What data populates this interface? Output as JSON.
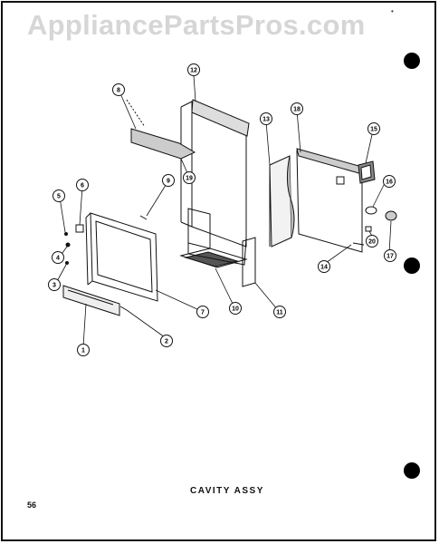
{
  "watermark": "AppliancePartsPros.com",
  "caption": "CAVITY ASSY",
  "page_number": "56",
  "corner_mark": "•",
  "callouts": [
    "1",
    "2",
    "3",
    "4",
    "5",
    "6",
    "7",
    "8",
    "9",
    "10",
    "11",
    "12",
    "13",
    "14",
    "15",
    "16",
    "17",
    "18",
    "19",
    "20"
  ]
}
